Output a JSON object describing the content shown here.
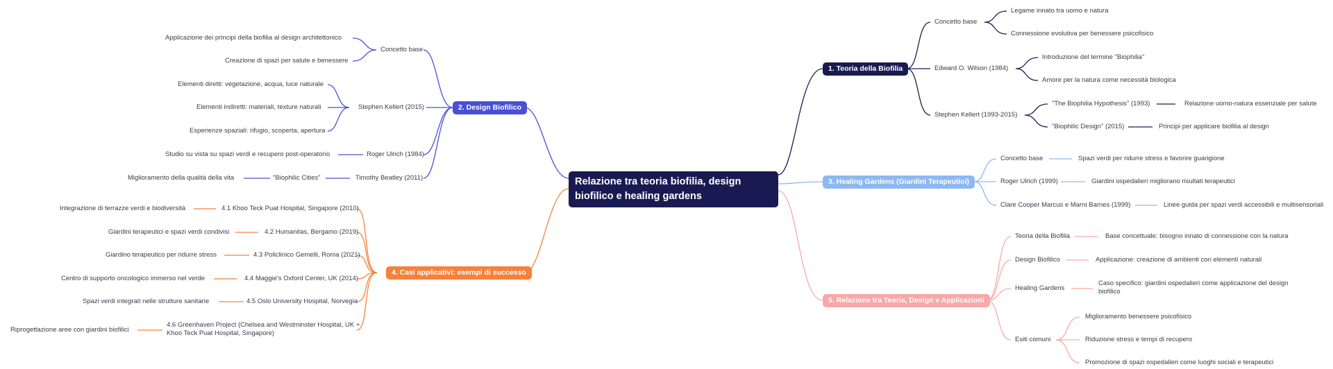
{
  "root": "Relazione tra teoria biofilia, design biofilico e healing gardens",
  "branches": {
    "b1": {
      "title": "1. Teoria della Biofilia",
      "color": "#1a1a52",
      "items": {
        "c1": "Concetto base",
        "c1a": "Legame innato tra uomo e natura",
        "c1b": "Connessione evolutiva per benessere psicofisico",
        "c2": "Edward O. Wilson (1984)",
        "c2a": "Introduzione del termine \"Biophilia\"",
        "c2b": "Amore per la natura come necessità biologica",
        "c3": "Stephen Kellert (1993-2015)",
        "c3a": "\"The Biophilia Hypothesis\" (1993)",
        "c3a1": "Relazione uomo-natura essenziale per salute",
        "c3b": "\"Biophilic Design\" (2015)",
        "c3b1": "Principi per applicare biofilia al design"
      }
    },
    "b2": {
      "title": "2. Design Biofilico",
      "color": "#4a4fd4",
      "items": {
        "c1": "Concetto base",
        "c1a": "Applicazione dei principi della biofilia al design architettonico",
        "c1b": "Creazione di spazi per salute e benessere",
        "c2": "Stephen Kellert (2015)",
        "c2a": "Elementi diretti: vegetazione, acqua, luce naturale",
        "c2b": "Elementi indiretti: materiali, texture naturali",
        "c2c": "Esperienze spaziali: rifugio, scoperta, apertura",
        "c3": "Roger Ulrich (1984)",
        "c3a": "Studio su vista su spazi verdi e recupero post-operatorio",
        "c4": "Timothy Beatley (2011)",
        "c4a": "\"Biophilic Cities\"",
        "c4a1": "Miglioramento della qualità della vita"
      }
    },
    "b3": {
      "title": "3. Healing Gardens (Giardini Terapeutici)",
      "color": "#8db8f2",
      "items": {
        "c1": "Concetto base",
        "c1a": "Spazi verdi per ridurre stress e favorire guarigione",
        "c2": "Roger Ulrich (1999)",
        "c2a": "Giardini ospedalieri migliorano risultati terapeutici",
        "c3": "Clare Cooper Marcus e Marni Barnes (1999)",
        "c3a": "Linee guida per spazi verdi accessibili e multisensoriali"
      }
    },
    "b4": {
      "title": "4. Casi applicativi: esempi di successo",
      "color": "#f7803a",
      "items": {
        "c1": "4.1 Khoo Teck Puat Hospital, Singapore (2010)",
        "c1a": "Integrazione di terrazze verdi e biodiversità",
        "c2": "4.2 Humanitas, Bergamo (2019)",
        "c2a": "Giardini terapeutici e spazi verdi condivisi",
        "c3": "4.3 Policlinico Gemelli, Roma (2021)",
        "c3a": "Giardino terapeutico per ridurre stress",
        "c4": "4.4 Maggie's Oxford Center, UK (2014)",
        "c4a": "Centro di supporto oncologico immerso nel verde",
        "c5": "4.5 Oslo University Hospital, Norvegia",
        "c5a": "Spazi verdi integrati nelle strutture sanitarie",
        "c6": "4.6 Greenhaven Project (Chelsea and Westminster Hospital, UK + Khoo Teck Puat Hospital, Singapore)",
        "c6a": "Riprogettazione aree con giardini biofilici"
      }
    },
    "b5": {
      "title": "5. Relazione tra Teoria, Design e Applicazioni",
      "color": "#f7a8a8",
      "items": {
        "c1": "Teoria della Biofilia",
        "c1a": "Base concettuale: bisogno innato di connessione con la natura",
        "c2": "Design Biofilico",
        "c2a": "Applicazione: creazione di ambienti con elementi naturali",
        "c3": "Healing Gardens",
        "c3a": "Caso specifico: giardini ospedalieri come applicazione del design biofilico",
        "c4": "Esiti comuni",
        "c4a": "Miglioramento benessere psicofisico",
        "c4b": "Riduzione stress e tempi di recupero",
        "c4c": "Promozione di spazi ospedalieri come luoghi sociali e terapeutici"
      }
    }
  }
}
